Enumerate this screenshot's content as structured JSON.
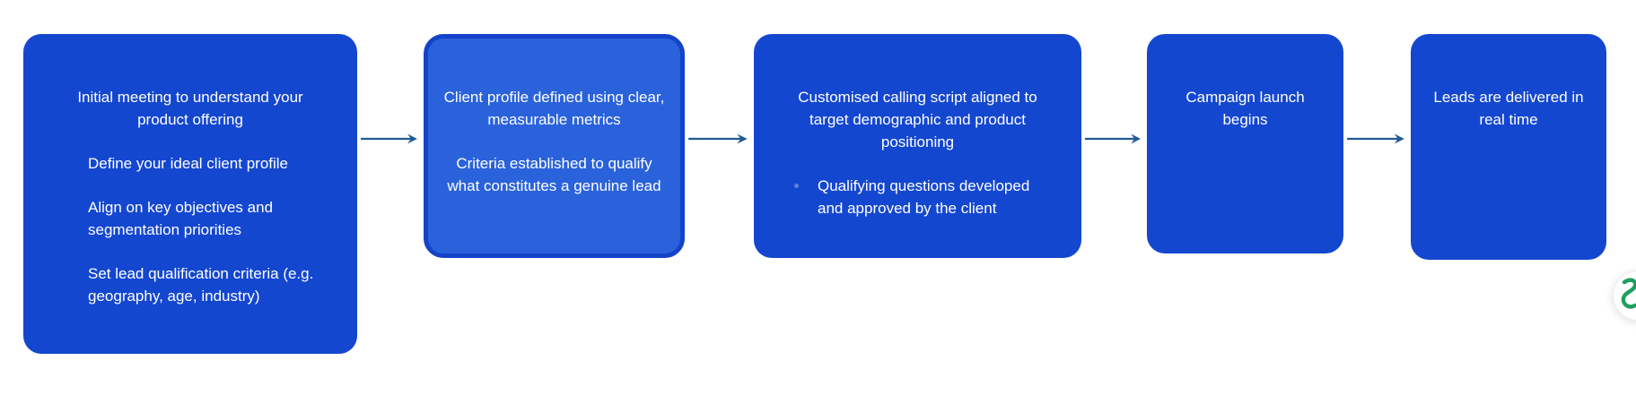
{
  "flow": {
    "stages": [
      {
        "paragraphs": [
          {
            "text": "Initial meeting to understand your\nproduct offering",
            "align": "center",
            "bullet": false
          },
          {
            "text": "Define your ideal client profile",
            "align": "left",
            "bullet": false
          },
          {
            "text": "Align on key objectives and\nsegmentation priorities",
            "align": "left",
            "bullet": false
          },
          {
            "text": "Set lead qualification criteria (e.g.\ngeography, age, industry)",
            "align": "left",
            "bullet": false
          }
        ],
        "highlight": false
      },
      {
        "paragraphs": [
          {
            "text": "Client profile defined using clear,\nmeasurable metrics",
            "align": "center",
            "bullet": false
          },
          {
            "text": "Criteria established to qualify\nwhat constitutes a genuine lead",
            "align": "center",
            "bullet": false
          }
        ],
        "highlight": true
      },
      {
        "paragraphs": [
          {
            "text": "Customised calling script aligned to\ntarget demographic and product\npositioning",
            "align": "center",
            "bullet": false
          },
          {
            "text": "Qualifying questions developed\nand approved by the client",
            "align": "left",
            "bullet": true
          }
        ],
        "highlight": false
      },
      {
        "paragraphs": [
          {
            "text": "Campaign launch\nbegins",
            "align": "center",
            "bullet": false
          }
        ],
        "highlight": false
      },
      {
        "paragraphs": [
          {
            "text": "Leads are delivered in\nreal time",
            "align": "center",
            "bullet": false
          }
        ],
        "highlight": false
      }
    ]
  },
  "colors": {
    "card_fill": "#1447d0",
    "card_highlight_fill": "#2a62db",
    "card_highlight_border": "#1443c9",
    "arrow": "#1f5b94",
    "text": "#ffffff",
    "widget_glyph": "#1ba05f"
  }
}
